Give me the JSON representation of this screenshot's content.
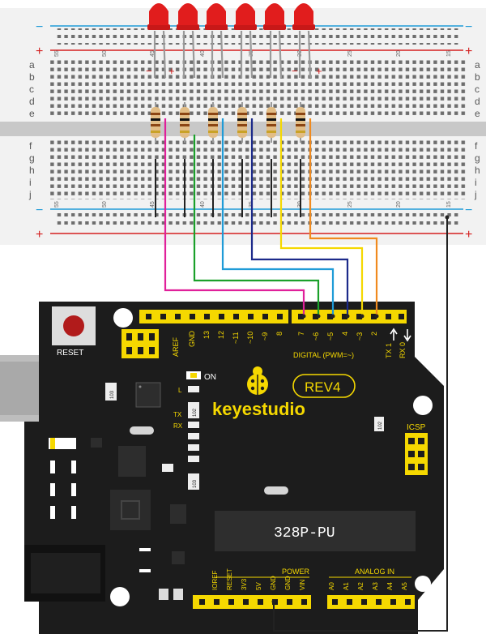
{
  "breadboard": {
    "row_letters_top": [
      "a",
      "b",
      "c",
      "d",
      "e"
    ],
    "row_letters_bottom": [
      "f",
      "g",
      "h",
      "i",
      "j"
    ],
    "column_numbers_top": [
      "55",
      "50",
      "45",
      "40",
      "35",
      "30",
      "25",
      "20",
      "15"
    ],
    "column_numbers_bottom": [
      "55",
      "50",
      "45",
      "40",
      "35",
      "30",
      "25",
      "20",
      "15"
    ],
    "rail_plus": "+",
    "rail_minus": "−"
  },
  "led_polarity": {
    "first_minus": "−",
    "first_plus": "+",
    "last_minus": "−",
    "last_plus": "+"
  },
  "board": {
    "brand": "keyestudio",
    "model": "REV4",
    "chip": "328P-PU",
    "reset": "RESET",
    "on": "ON",
    "led_l": "L",
    "led_tx": "TX",
    "led_rx": "RX",
    "icsp": "ICSP",
    "digital": "DIGITAL  (PWM=~)",
    "power": "POWER",
    "analog": "ANALOG  IN",
    "top_header_pins": [
      "AREF",
      "GND",
      "13",
      "12",
      "~11",
      "~10",
      "~9",
      "8",
      "7",
      "~6",
      "~5",
      "4",
      "~3",
      "2",
      "TX 1",
      "RX 0"
    ],
    "power_pins": [
      "IOREF",
      "RESET",
      "3V3",
      "5V",
      "GND",
      "GND",
      "VIN"
    ],
    "analog_pins": [
      "A0",
      "A1",
      "A2",
      "A3",
      "A4",
      "A5"
    ],
    "smd_1": "103",
    "smd_2": "102",
    "smd_3": "103",
    "smd_4": "102"
  },
  "wires": {
    "colors": [
      "#e0209a",
      "#1aa02a",
      "#1f9bd7",
      "#1c2a8a",
      "#f5d800",
      "#f08a1e"
    ],
    "ground_color": "#222222",
    "led_color": "#e11d1d",
    "pins": [
      "7",
      "6",
      "5",
      "4",
      "3",
      "2"
    ]
  },
  "colors": {
    "board": "#1c1c1c",
    "header": "#f5d800",
    "board_text": "#f5d800",
    "rail_red": "#d42020",
    "rail_blue": "#1f9bd7",
    "breadboard_hole": "#6e6e6e"
  }
}
